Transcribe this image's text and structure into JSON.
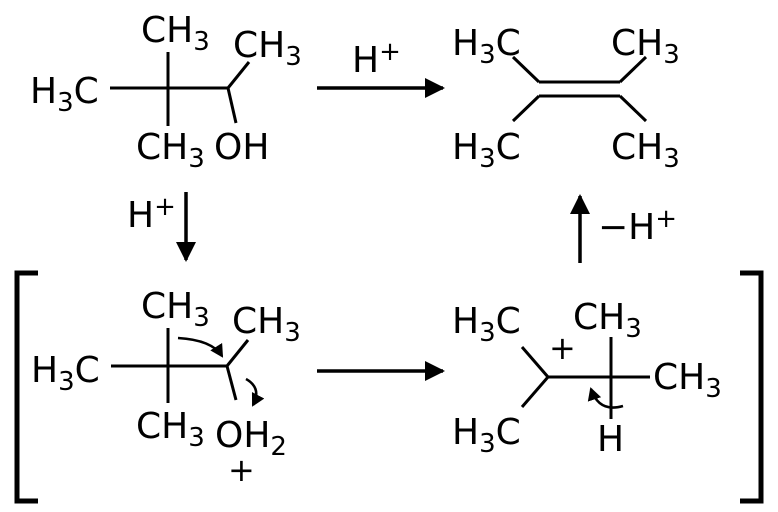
{
  "colors": {
    "blue": "#0000cc",
    "black": "#000000"
  },
  "atoms": {
    "ch3": {
      "main": "CH",
      "sub": "3"
    },
    "h3c": {
      "h": "H",
      "three": "3",
      "c": "C"
    },
    "oh": "OH",
    "oh2": {
      "main": "OH",
      "sub": "2"
    },
    "h": "H",
    "plus": "+",
    "h_plus": {
      "main": "H",
      "sup": "+"
    },
    "minus_h_plus": {
      "main": "−H",
      "sup": "+"
    }
  }
}
